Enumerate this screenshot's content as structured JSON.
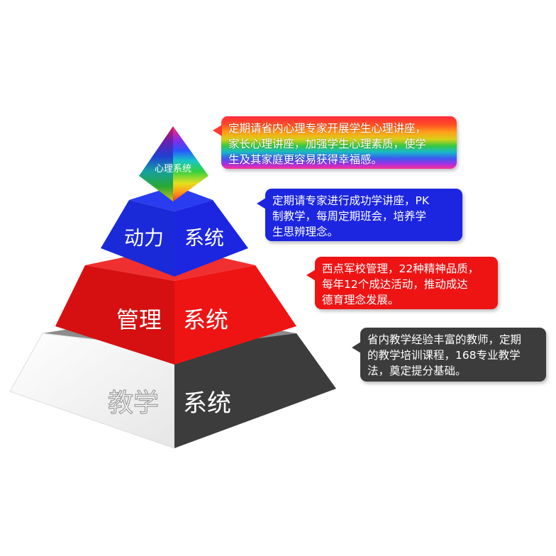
{
  "pyramid": {
    "level1": {
      "label": "心理系统"
    },
    "level2": {
      "left": "动力",
      "right": "系统"
    },
    "level3": {
      "left": "管理",
      "right": "系统"
    },
    "level4": {
      "left": "教学",
      "right": "系统"
    }
  },
  "bubbles": [
    {
      "text": "定期请省内心理专家开展学生心理讲座，\n家长心理讲座，加强学生心理素质，使学\n生及其家庭更容易获得幸福感。"
    },
    {
      "text": "定期请专家进行成功学讲座，PK\n制教学，每周定期班会，培养学\n生思辨理念。"
    },
    {
      "text": "西点军校管理，22种精神品质，\n每年12个成达活动，推动成达\n德育理念发展。"
    },
    {
      "text": "省内教学经验丰富的教师，定期\n的教学培训课程，168专业教学\n法，奠定提分基础。"
    }
  ],
  "colors": {
    "level2_blue": "#1c26e0",
    "level3_red": "#ee1414",
    "level4_dark": "#3c3c3c",
    "level4_light": "#f4f4f4"
  }
}
